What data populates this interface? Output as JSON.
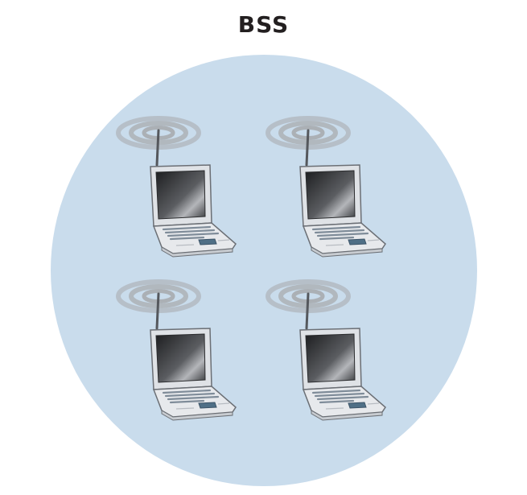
{
  "title": "BSS",
  "colors": {
    "bss_area": "#c9dcec",
    "wave": "#a8a9ab",
    "laptop_body": "#e4e6ea",
    "laptop_outline": "#6b6f75",
    "screen_dark": "#1d1e20",
    "screen_light": "#9c9ea2",
    "keys": "#8a97a4",
    "touchpad": "#4f6f86"
  },
  "nodes": [
    {
      "id": "laptop-1",
      "icon": "laptop-with-antenna-icon"
    },
    {
      "id": "laptop-2",
      "icon": "laptop-with-antenna-icon"
    },
    {
      "id": "laptop-3",
      "icon": "laptop-with-antenna-icon"
    },
    {
      "id": "laptop-4",
      "icon": "laptop-with-antenna-icon"
    }
  ]
}
